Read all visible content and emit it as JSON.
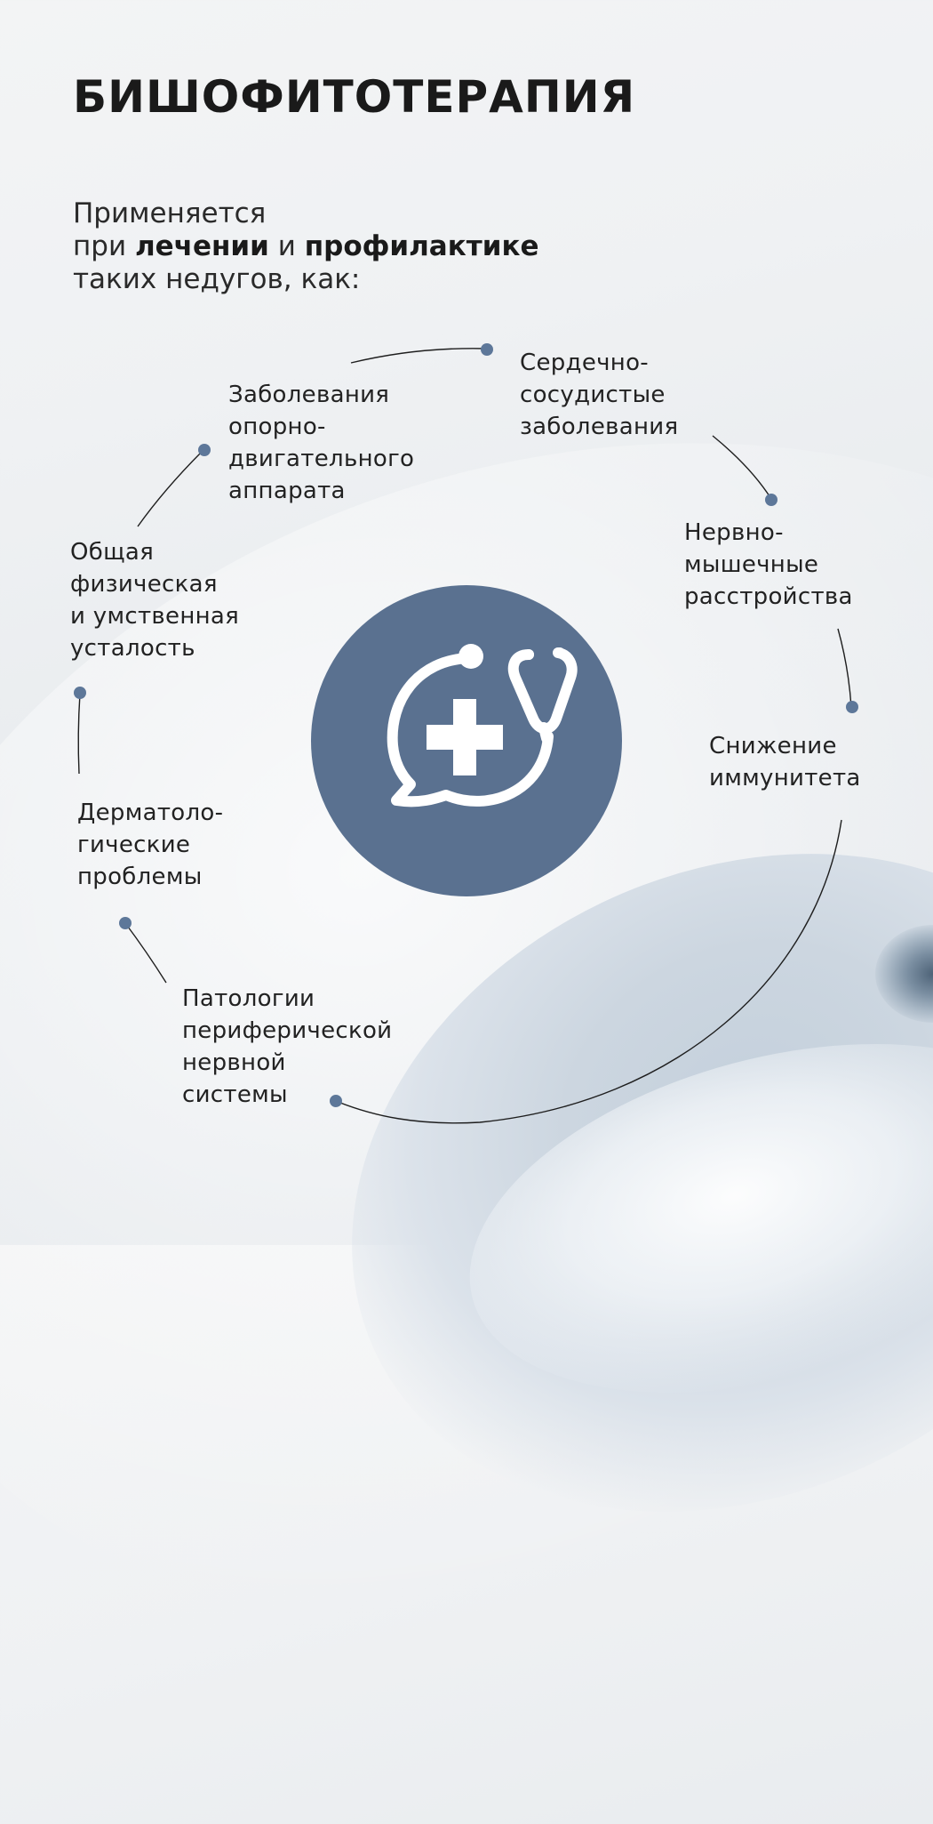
{
  "title": "БИШОФИТОТЕРАПИЯ",
  "intro": {
    "line1": "Применяется",
    "line2_prefix": "при ",
    "line2_bold1": "лечении",
    "line2_mid": " и ",
    "line2_bold2": "профилактике",
    "line3": "таких недугов, как:"
  },
  "center_icon": "medical-consultation-stethoscope-icon",
  "colors": {
    "accent": "#5a7190",
    "dot": "#5d7799",
    "text": "#222222",
    "line": "#1e1e1e"
  },
  "conditions": [
    {
      "id": "musculoskeletal",
      "text": "Заболевания\nопорно-\nдвигательного\nаппарата"
    },
    {
      "id": "cardiovascular",
      "text": "Сердечно-\nсосудистые\nзаболевания"
    },
    {
      "id": "neuromuscular",
      "text": "Нервно-\nмышечные\nрасстройства"
    },
    {
      "id": "immunity",
      "text": "Снижение\nиммунитета"
    },
    {
      "id": "fatigue",
      "text": "Общая\nфизическая\nи умственная\nусталость"
    },
    {
      "id": "dermatological",
      "text": "Дерматоло-\nгические\nпроблемы"
    },
    {
      "id": "peripheral-nervous",
      "text": "Патологии\nпериферической\nнервной\nсистемы"
    }
  ]
}
